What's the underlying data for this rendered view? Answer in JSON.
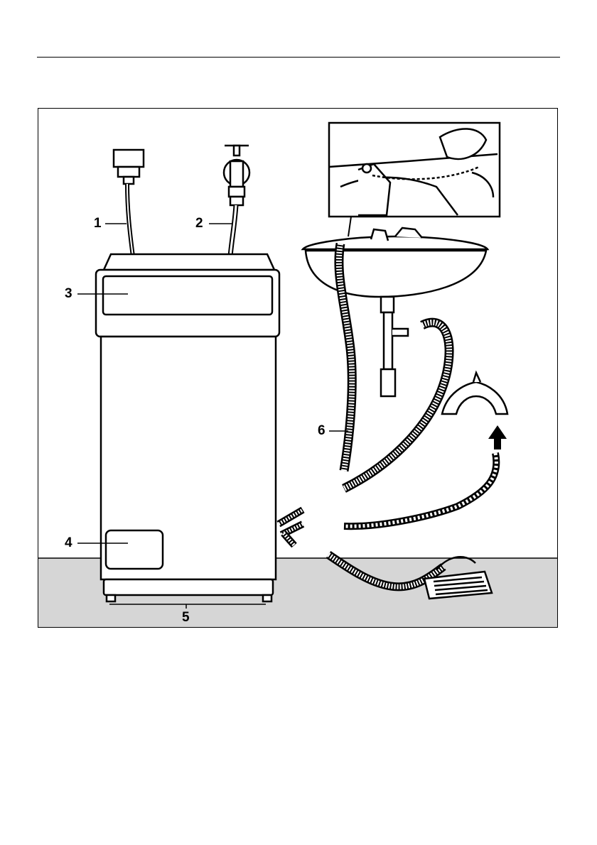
{
  "callouts": {
    "c1": "1",
    "c2": "2",
    "c3": "3",
    "c4": "4",
    "c5": "5",
    "c6": "6"
  },
  "colors": {
    "floor": "#d6d6d6",
    "ink": "#000000",
    "paper": "#ffffff"
  }
}
